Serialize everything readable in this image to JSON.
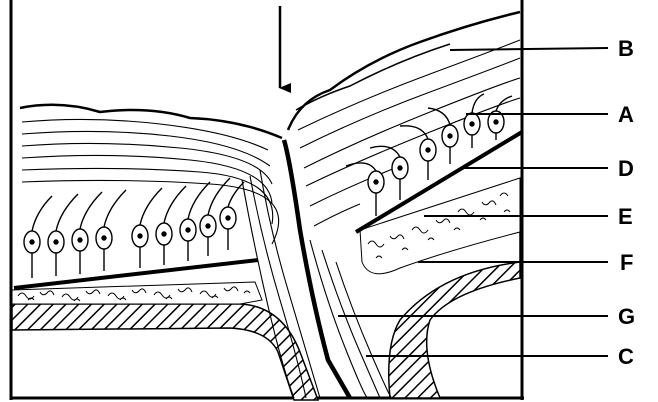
{
  "figure": {
    "labels": [
      {
        "id": "B",
        "text": "B"
      },
      {
        "id": "A",
        "text": "A"
      },
      {
        "id": "D",
        "text": "D"
      },
      {
        "id": "E",
        "text": "E"
      },
      {
        "id": "F",
        "text": "F"
      },
      {
        "id": "G",
        "text": "G"
      },
      {
        "id": "C",
        "text": "C"
      }
    ],
    "colors": {
      "ink": "#000000",
      "paper": "#ffffff"
    }
  }
}
